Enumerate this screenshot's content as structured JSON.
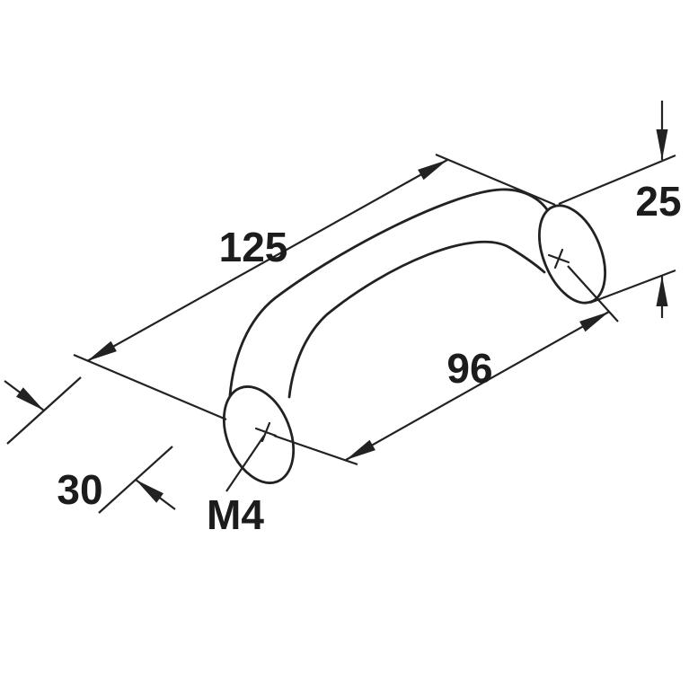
{
  "drawing": {
    "kind": "furniture-handle-dimension-drawing",
    "dimension_labels": {
      "overall_length": "125",
      "hole_spacing": "96",
      "base_height": "25",
      "projection": "30",
      "thread_size": "M4"
    },
    "colors": {
      "line": "#222222",
      "background": "#ffffff"
    }
  }
}
